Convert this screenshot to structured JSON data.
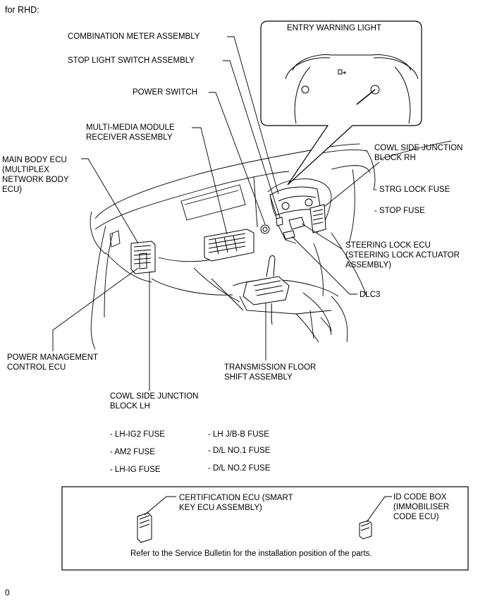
{
  "header": "for RHD:",
  "callouts": {
    "entry_warning_light": "ENTRY WARNING LIGHT",
    "combination_meter": "COMBINATION METER ASSEMBLY",
    "stop_light_switch": "STOP LIGHT SWITCH ASSEMBLY",
    "power_switch": "POWER SWITCH",
    "multi_media_module": "MULTI-MEDIA MODULE\nRECEIVER ASSEMBLY",
    "main_body_ecu": "MAIN BODY ECU\n(MULTIPLEX\nNETWORK BODY\nECU)",
    "cowl_jb_rh": "COWL SIDE JUNCTION\nBLOCK RH",
    "strg_lock_fuse": "- STRG LOCK FUSE",
    "stop_fuse": "- STOP FUSE",
    "steering_lock_ecu": "STEERING LOCK ECU\n(STEERING LOCK ACTUATOR\nASSEMBLY)",
    "dlc3": "DLC3",
    "power_management": "POWER MANAGEMENT\nCONTROL ECU",
    "transmission_shift": "TRANSMISSION FLOOR\nSHIFT ASSEMBLY",
    "cowl_jb_lh": "COWL SIDE JUNCTION\nBLOCK LH"
  },
  "fuses_lh": {
    "col1": [
      "- LH-IG2 FUSE",
      "- AM2 FUSE",
      "- LH-IG FUSE"
    ],
    "col2": [
      "- LH J/B-B FUSE",
      "- D/L NO.1 FUSE",
      "- D/L NO.2 FUSE"
    ]
  },
  "box": {
    "certification_ecu": "CERTIFICATION ECU (SMART\nKEY ECU ASSEMBLY)",
    "id_code_box": "ID CODE BOX\n(IMMOBILISER\nCODE ECU)",
    "note": "Refer to the Service Bulletin for the installation position of the parts."
  },
  "footer": "0"
}
